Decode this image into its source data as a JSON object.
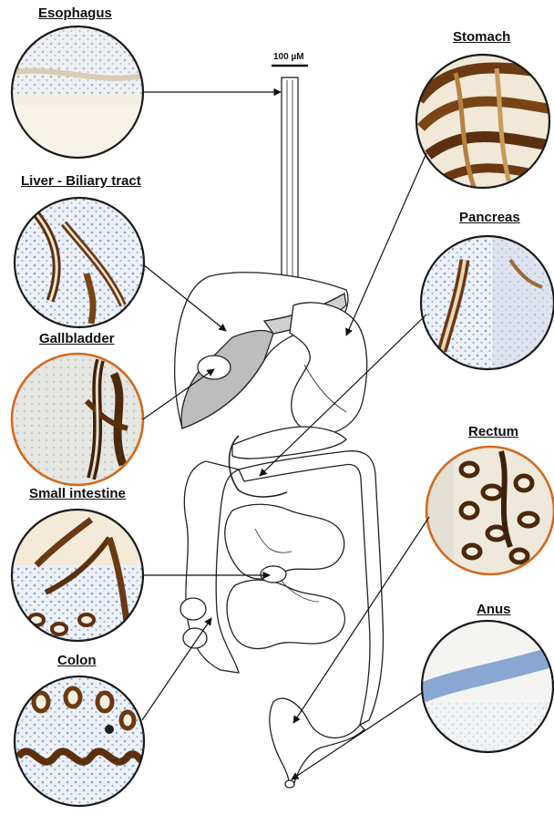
{
  "scale_bar": "100 µM",
  "labels": {
    "esophagus": "Esophagus",
    "stomach": "Stomach",
    "liver": "Liver - Biliary tract",
    "pancreas": "Pancreas",
    "gallbladder": "Gallbladder",
    "rectum": "Rectum",
    "small_intestine": "Small intestine",
    "anus": "Anus",
    "colon": "Colon"
  },
  "colors": {
    "stain_brown": "#6b3a12",
    "stain_tan": "#b58042",
    "hematoxylin_blue": "#7f9fcf",
    "highlight_orange": "#d26a1e",
    "outline": "#222222",
    "liver_gray": "#cfcfcf"
  },
  "panels": {
    "esophagus": {
      "stain": "negative"
    },
    "stomach": {
      "stain": "strong"
    },
    "liver": {
      "stain": "strong"
    },
    "pancreas": {
      "stain": "moderate"
    },
    "gallbladder": {
      "stain": "strong",
      "highlighted": true
    },
    "rectum": {
      "stain": "strong",
      "highlighted": true
    },
    "small_intestine": {
      "stain": "strong"
    },
    "anus": {
      "stain": "negative"
    },
    "colon": {
      "stain": "strong"
    }
  }
}
